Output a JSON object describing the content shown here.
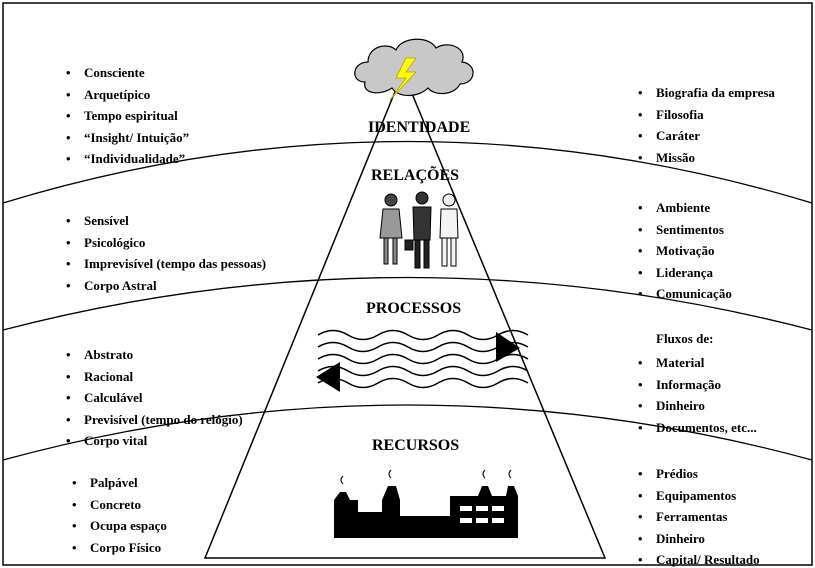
{
  "levels": {
    "identidade": "IDENTIDADE",
    "relacoes": "RELAÇÕES",
    "processos": "PROCESSOS",
    "recursos": "RECURSOS"
  },
  "left": {
    "identidade": [
      "Consciente",
      "Arquetípico",
      "Tempo espiritual",
      "“Insight/ Intuição”",
      "“Individualidade”"
    ],
    "relacoes": [
      "Sensível",
      "Psicológico",
      "Imprevisível (tempo das pessoas)",
      "Corpo Astral"
    ],
    "processos": [
      "Abstrato",
      "Racional",
      "Calculável",
      "Previsível (tempo do relógio)",
      "Corpo vital"
    ],
    "recursos": [
      "Palpável",
      "Concreto",
      "Ocupa espaço",
      "Corpo Físico"
    ]
  },
  "right": {
    "identidade": [
      "Biografia da empresa",
      "Filosofia",
      "Caráter",
      "Missão"
    ],
    "relacoes": [
      "Ambiente",
      "Sentimentos",
      "Motivação",
      "Liderança",
      "Comunicação"
    ],
    "processos_heading": "Fluxos de:",
    "processos": [
      "Material",
      "Informação",
      "Dinheiro",
      "Documentos, etc..."
    ],
    "recursos": [
      "Prédios",
      "Equipamentos",
      "Ferramentas",
      "Dinheiro",
      "Capital/ Resultado"
    ]
  },
  "icons": {
    "cloud": "cloud-lightning-icon",
    "people": "people-group-icon",
    "waves": "flow-waves-icon",
    "factory": "factory-icon"
  },
  "colors": {
    "cloud": "#c8c8c8",
    "bolt": "#ffff00",
    "ink": "#000000"
  }
}
